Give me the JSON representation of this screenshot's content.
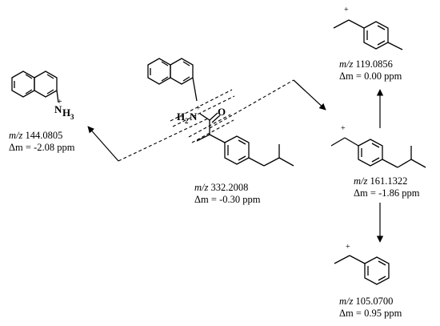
{
  "precursor": {
    "mz_prefix": "m/z",
    "mz_value": "332.2008",
    "delta_prefix": "Δm =",
    "delta_value": "-0.30 ppm",
    "atoms": {
      "amine": "H",
      "amine_sub": "2",
      "amine_n": "N",
      "oxygen": "O",
      "charge": "+"
    }
  },
  "fragments": {
    "naphthylamine": {
      "mz_prefix": "m/z",
      "mz_value": "144.0805",
      "delta_prefix": "Δm =",
      "delta_value": "-2.08 ppm",
      "atoms": {
        "n": "N",
        "h": "H",
        "sub": "3",
        "charge": "+"
      }
    },
    "isobutyl_cation": {
      "mz_prefix": "m/z",
      "mz_value": "161.1322",
      "delta_prefix": "Δm =",
      "delta_value": "-1.86 ppm",
      "charge": "+"
    },
    "methyl_cation": {
      "mz_prefix": "m/z",
      "mz_value": "119.0856",
      "delta_prefix": "Δm =",
      "delta_value": "0.00 ppm",
      "charge": "+"
    },
    "phenyl_cation": {
      "mz_prefix": "m/z",
      "mz_value": "105.0700",
      "delta_prefix": "Δm =",
      "delta_value": "0.95 ppm",
      "charge": "+"
    }
  }
}
